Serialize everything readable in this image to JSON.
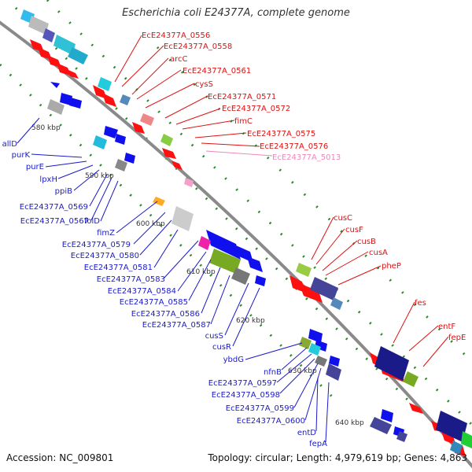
{
  "title": "Escherichia coli E24377A, complete genome",
  "footer": {
    "accession": "Accession: NC_009801",
    "summary": "Topology: circular; Length: 4,979,619 bp; Genes: 4,863"
  },
  "colors": {
    "backbone": "#8a8a8a",
    "forward_gene": "#ff1010",
    "reverse_gene": "#1010ee",
    "right_label": "#dd1111",
    "left_label": "#1a1acc",
    "faded_label": "#ee88bb",
    "dots": "#2a8a2a"
  },
  "scale_marks": [
    "580 kbp",
    "590 kbp",
    "600 kbp",
    "610 kbp",
    "620 kbp",
    "630 kbp",
    "640 kbp"
  ],
  "right_labels": [
    {
      "text": "EcE24377A_0556",
      "color": "#dd1111"
    },
    {
      "text": "EcE24377A_0558",
      "color": "#dd1111"
    },
    {
      "text": "arcC",
      "color": "#dd1111"
    },
    {
      "text": "EcE24377A_0561",
      "color": "#dd1111"
    },
    {
      "text": "cysS",
      "color": "#dd1111"
    },
    {
      "text": "EcE24377A_0571",
      "color": "#dd1111"
    },
    {
      "text": "EcE24377A_0572",
      "color": "#dd1111"
    },
    {
      "text": "fimC",
      "color": "#dd1111"
    },
    {
      "text": "EcE24377A_0575",
      "color": "#dd1111"
    },
    {
      "text": "EcE24377A_0576",
      "color": "#dd1111"
    },
    {
      "text": "EcE24377A_5013",
      "color": "#ee88bb"
    },
    {
      "text": "cusC",
      "color": "#dd1111"
    },
    {
      "text": "cusF",
      "color": "#dd1111"
    },
    {
      "text": "cusB",
      "color": "#dd1111"
    },
    {
      "text": "cusA",
      "color": "#dd1111"
    },
    {
      "text": "pheP",
      "color": "#dd1111"
    },
    {
      "text": "fes",
      "color": "#dd1111"
    },
    {
      "text": "entF",
      "color": "#dd1111"
    },
    {
      "text": "fepE",
      "color": "#dd1111"
    }
  ],
  "left_labels": [
    {
      "text": "allD"
    },
    {
      "text": "purK"
    },
    {
      "text": "purE"
    },
    {
      "text": "lpxH"
    },
    {
      "text": "ppiB"
    },
    {
      "text": "EcE24377A_0569"
    },
    {
      "text": "EcE24377A_0567"
    },
    {
      "text": "folD"
    },
    {
      "text": "fimZ"
    },
    {
      "text": "EcE24377A_0579"
    },
    {
      "text": "EcE24377A_0580"
    },
    {
      "text": "EcE24377A_0581"
    },
    {
      "text": "EcE24377A_0583"
    },
    {
      "text": "EcE24377A_0584"
    },
    {
      "text": "EcE24377A_0585"
    },
    {
      "text": "EcE24377A_0586"
    },
    {
      "text": "EcE24377A_0587"
    },
    {
      "text": "cusS"
    },
    {
      "text": "cusR"
    },
    {
      "text": "ybdG"
    },
    {
      "text": "nfnB"
    },
    {
      "text": "EcE24377A_0597"
    },
    {
      "text": "EcE24377A_0598"
    },
    {
      "text": "EcE24377A_0599"
    },
    {
      "text": "EcE24377A_0600"
    },
    {
      "text": "entD"
    },
    {
      "text": "fepA"
    }
  ]
}
